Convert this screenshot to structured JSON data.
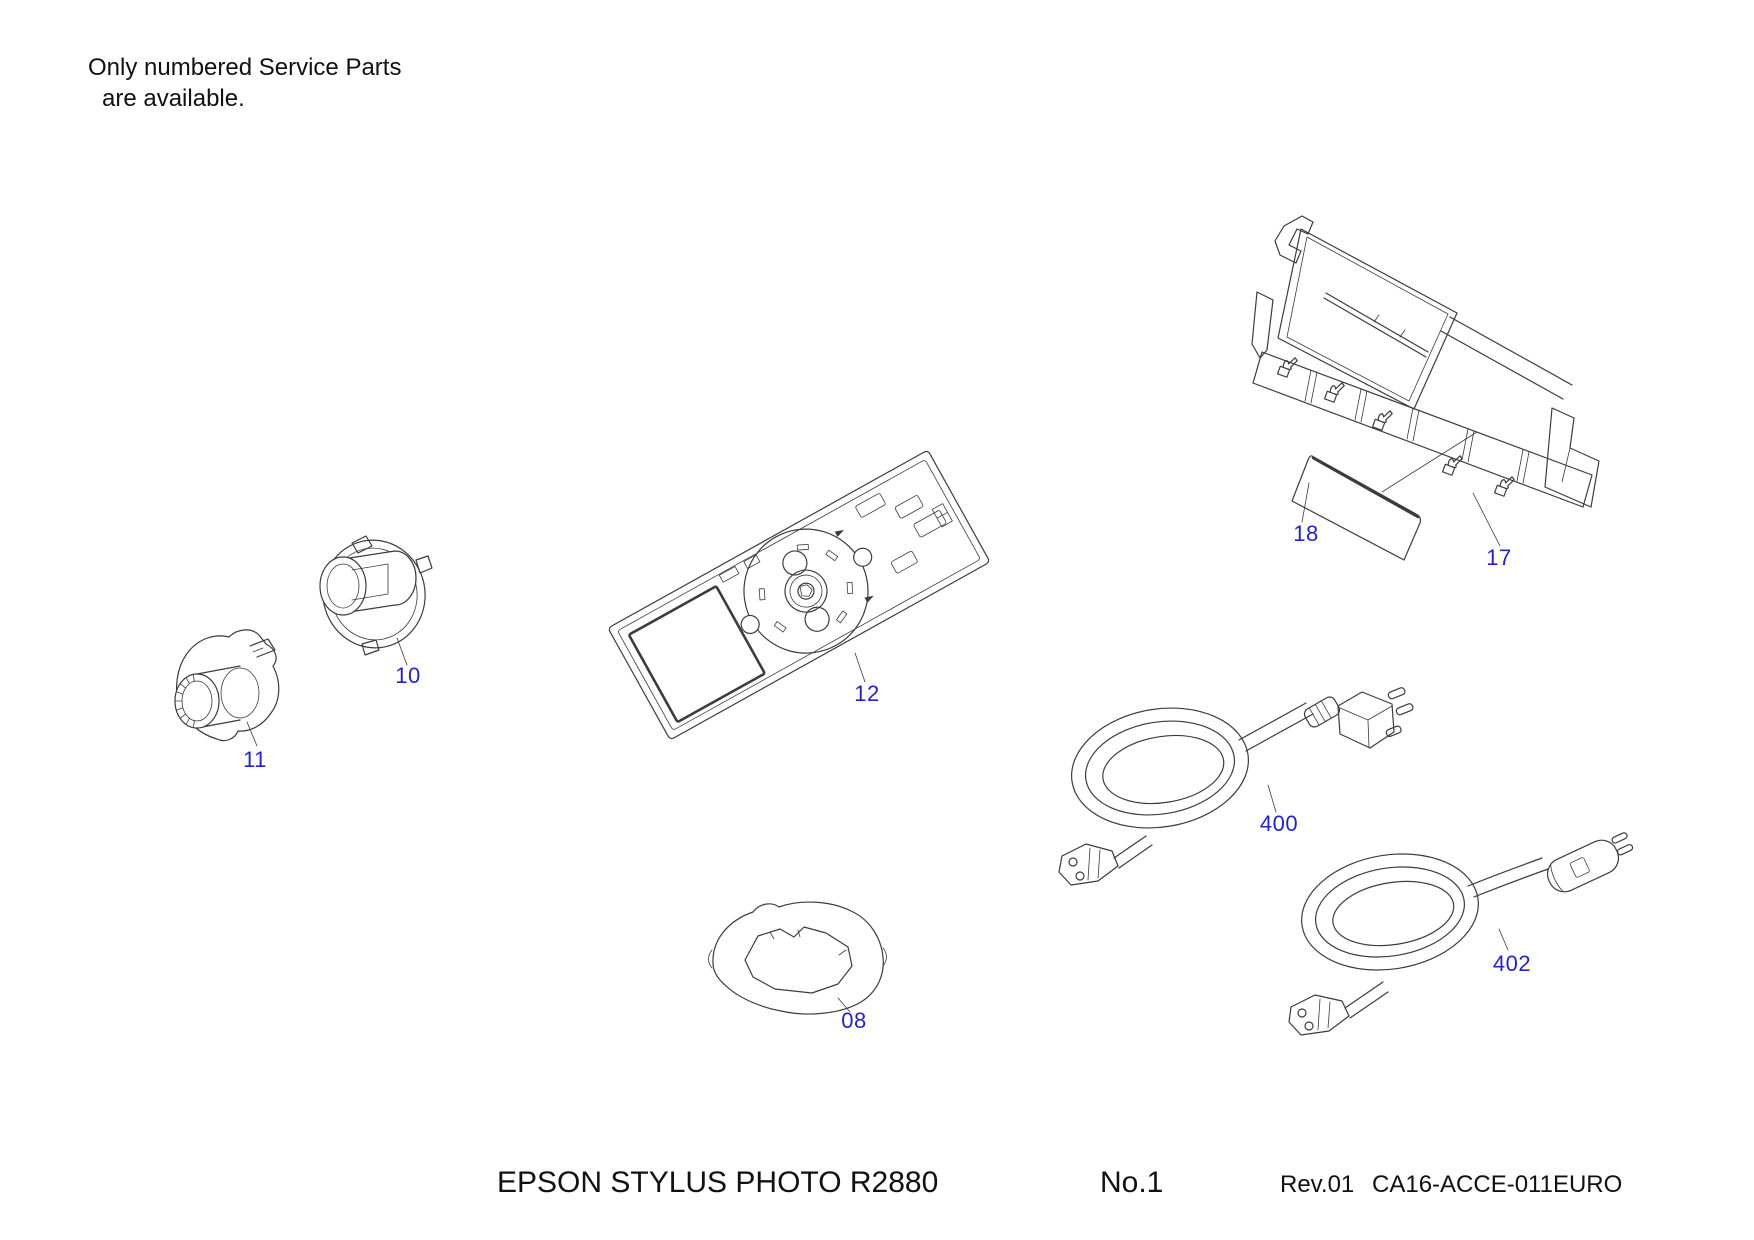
{
  "note": {
    "line1": "Only numbered Service Parts",
    "line2": "are available."
  },
  "callouts": {
    "c10": {
      "label": "10"
    },
    "c11": {
      "label": "11"
    },
    "c12": {
      "label": "12"
    },
    "c08": {
      "label": "08"
    },
    "c17": {
      "label": "17"
    },
    "c18": {
      "label": "18"
    },
    "c400": {
      "label": "400"
    },
    "c402": {
      "label": "402"
    }
  },
  "footer": {
    "model": "EPSON STYLUS PHOTO R2880",
    "sheet": "No.1",
    "revision": "Rev.01",
    "code": "CA16-ACCE-011EURO"
  },
  "colors": {
    "callout": "#2323CC",
    "line": "#3C3C3C",
    "text": "#111111",
    "background": "#FFFFFF"
  }
}
